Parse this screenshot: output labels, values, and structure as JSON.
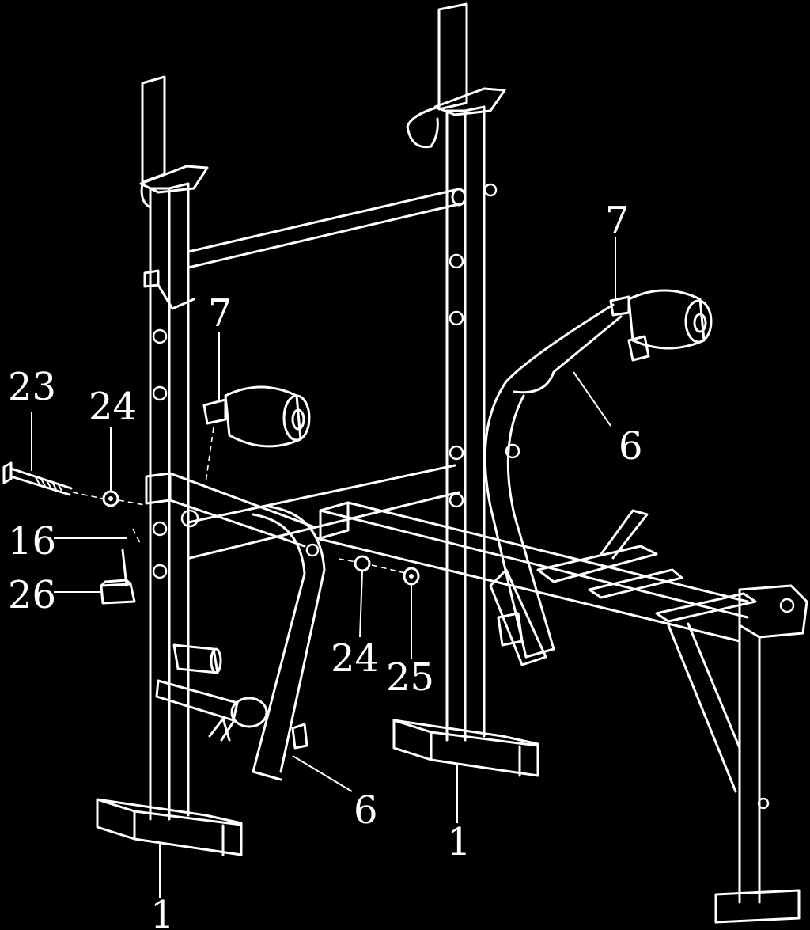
{
  "callouts": {
    "c23": "23",
    "c24_left": "24",
    "c16": "16",
    "c26": "26",
    "c7_left": "7",
    "c7_right": "7",
    "c6_right": "6",
    "c6_bottom": "6",
    "c24_center": "24",
    "c25": "25",
    "c1_center": "1",
    "c1_left": "1"
  },
  "colors": {
    "background": "#000000",
    "linework": "#ffffff"
  }
}
